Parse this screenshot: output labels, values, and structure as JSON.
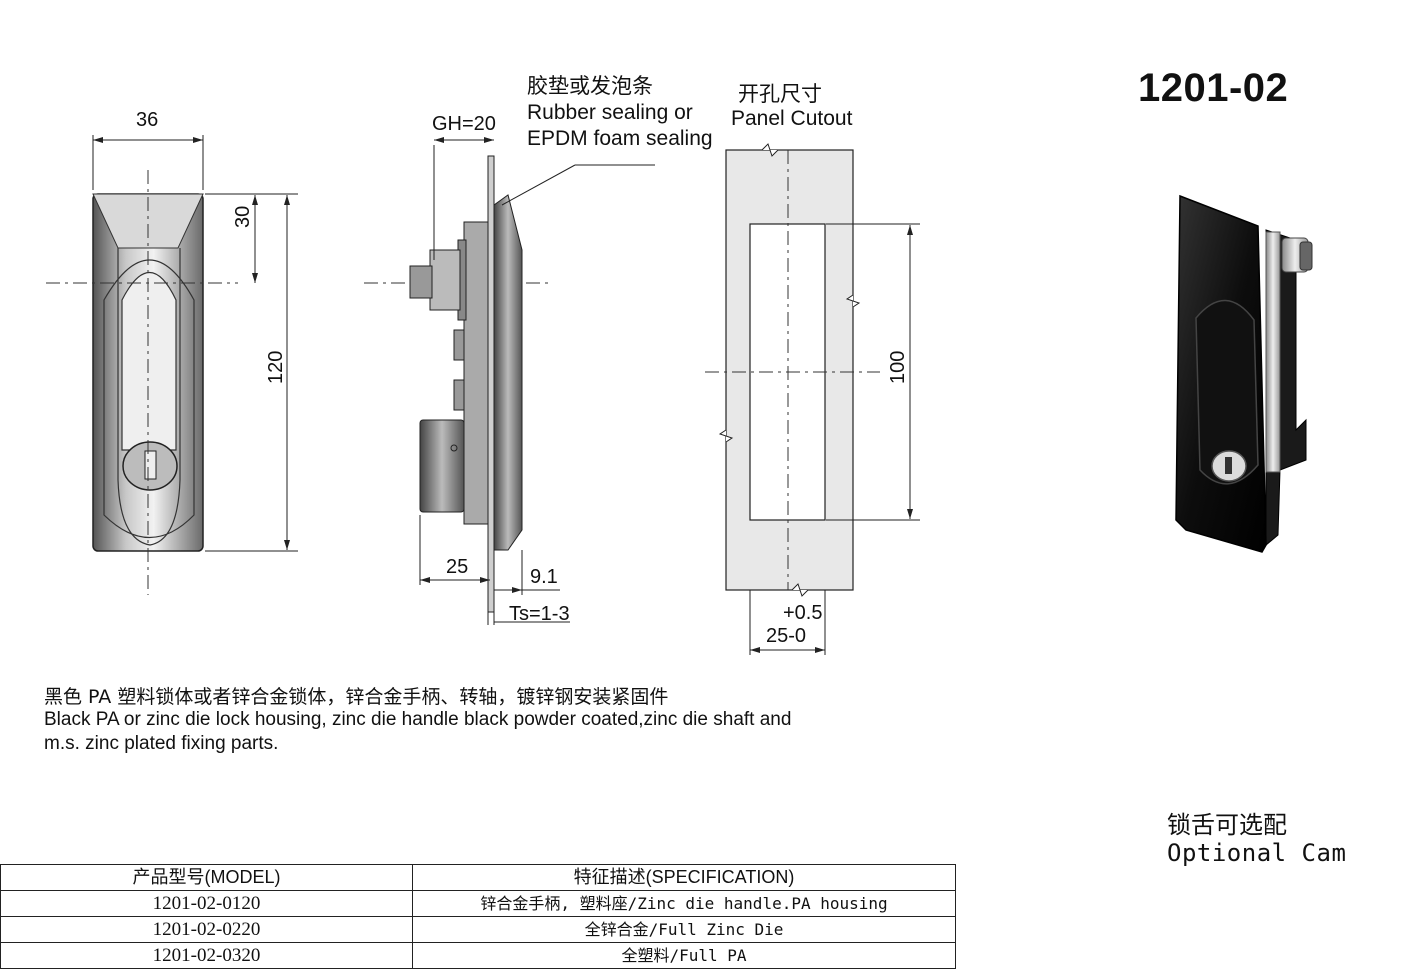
{
  "part_number": "1201-02",
  "seal_label": {
    "cn": "胶垫或发泡条",
    "en_line1": "Rubber sealing or",
    "en_line2": "EPDM foam sealing"
  },
  "cutout_label": {
    "cn": "开孔尺寸",
    "en": "Panel Cutout"
  },
  "dimensions": {
    "width": "36",
    "handle_offset": "30",
    "height": "120",
    "grip_height": "GH=20",
    "depth": "25",
    "seal_thickness": "9.1",
    "panel_thickness": "Ts=1-3",
    "cutout_height": "100",
    "cutout_tolerance": "+0.5",
    "cutout_width": "25-0"
  },
  "description": {
    "cn": "黑色 PA 塑料锁体或者锌合金锁体，锌合金手柄、转轴，镀锌钢安装紧固件",
    "en_line1": "Black PA  or zinc die lock housing, zinc die handle black powder coated,zinc die shaft and",
    "en_line2": "m.s. zinc plated fixing parts."
  },
  "optional_cam": {
    "cn": "锁舌可选配",
    "en": "Optional Cam"
  },
  "spec_table": {
    "headers": [
      "产品型号(MODEL)",
      "特征描述(SPECIFICATION)"
    ],
    "rows": [
      {
        "model": "1201-02-0120",
        "spec": "锌合金手柄, 塑料座/Zinc die handle.PA housing"
      },
      {
        "model": "1201-02-0220",
        "spec": "全锌合金/Full Zinc Die"
      },
      {
        "model": "1201-02-0320",
        "spec": "全塑料/Full PA"
      }
    ]
  }
}
